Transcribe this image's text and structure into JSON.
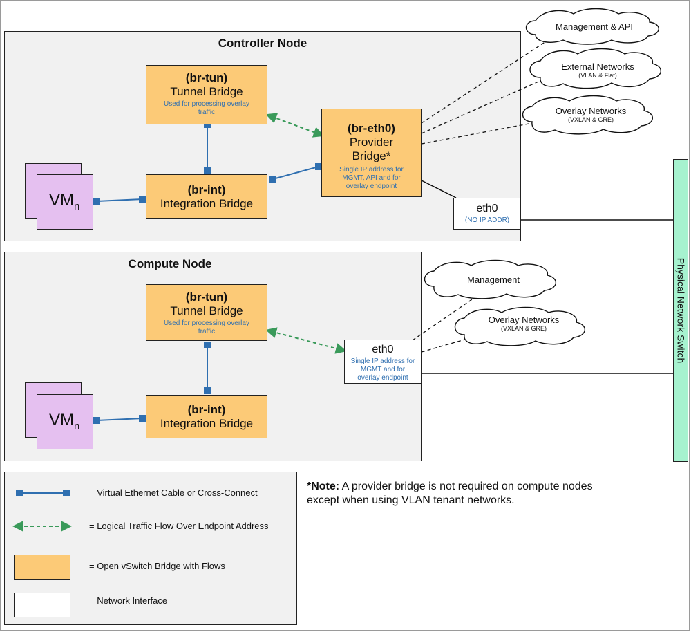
{
  "controller": {
    "title": "Controller Node",
    "br_tun": {
      "id": "(br-tun)",
      "name": "Tunnel Bridge",
      "desc": "Used for processing overlay traffic"
    },
    "br_int": {
      "id": "(br-int)",
      "name": "Integration Bridge"
    },
    "br_eth0": {
      "id": "(br-eth0)",
      "name_line1": "Provider",
      "name_line2": "Bridge*",
      "desc": "Single IP address for MGMT, API and for overlay endpoint"
    },
    "vm": {
      "label": "VM",
      "subscript": "n"
    },
    "eth0": {
      "name": "eth0",
      "desc": "(NO IP ADDR)"
    },
    "clouds": [
      {
        "title": "Management & API",
        "sub": ""
      },
      {
        "title": "External Networks",
        "sub": "(VLAN & Flat)"
      },
      {
        "title": "Overlay Networks",
        "sub": "(VXLAN & GRE)"
      }
    ]
  },
  "compute": {
    "title": "Compute Node",
    "br_tun": {
      "id": "(br-tun)",
      "name": "Tunnel Bridge",
      "desc": "Used for processing overlay traffic"
    },
    "br_int": {
      "id": "(br-int)",
      "name": "Integration Bridge"
    },
    "vm": {
      "label": "VM",
      "subscript": "n"
    },
    "eth0": {
      "name": "eth0",
      "desc": "Single IP address for MGMT and for overlay endpoint"
    },
    "clouds": [
      {
        "title": "Management",
        "sub": ""
      },
      {
        "title": "Overlay Networks",
        "sub": "(VXLAN & GRE)"
      }
    ]
  },
  "switch": {
    "label": "Physical Network Switch"
  },
  "legend": {
    "items": [
      "= Virtual Ethernet Cable or Cross-Connect",
      "= Logical Traffic Flow Over Endpoint Address",
      "= Open vSwitch Bridge with Flows",
      "= Network Interface"
    ]
  },
  "note": {
    "prefix": "*Note:",
    "text": " A provider bridge is not required on compute nodes except when using VLAN tenant networks."
  },
  "colors": {
    "bridge": "#fcca77",
    "vm": "#e5c0f0",
    "switch": "#a6f2cf",
    "veth": "#2f6fb0",
    "flow": "#3a9a5a"
  }
}
